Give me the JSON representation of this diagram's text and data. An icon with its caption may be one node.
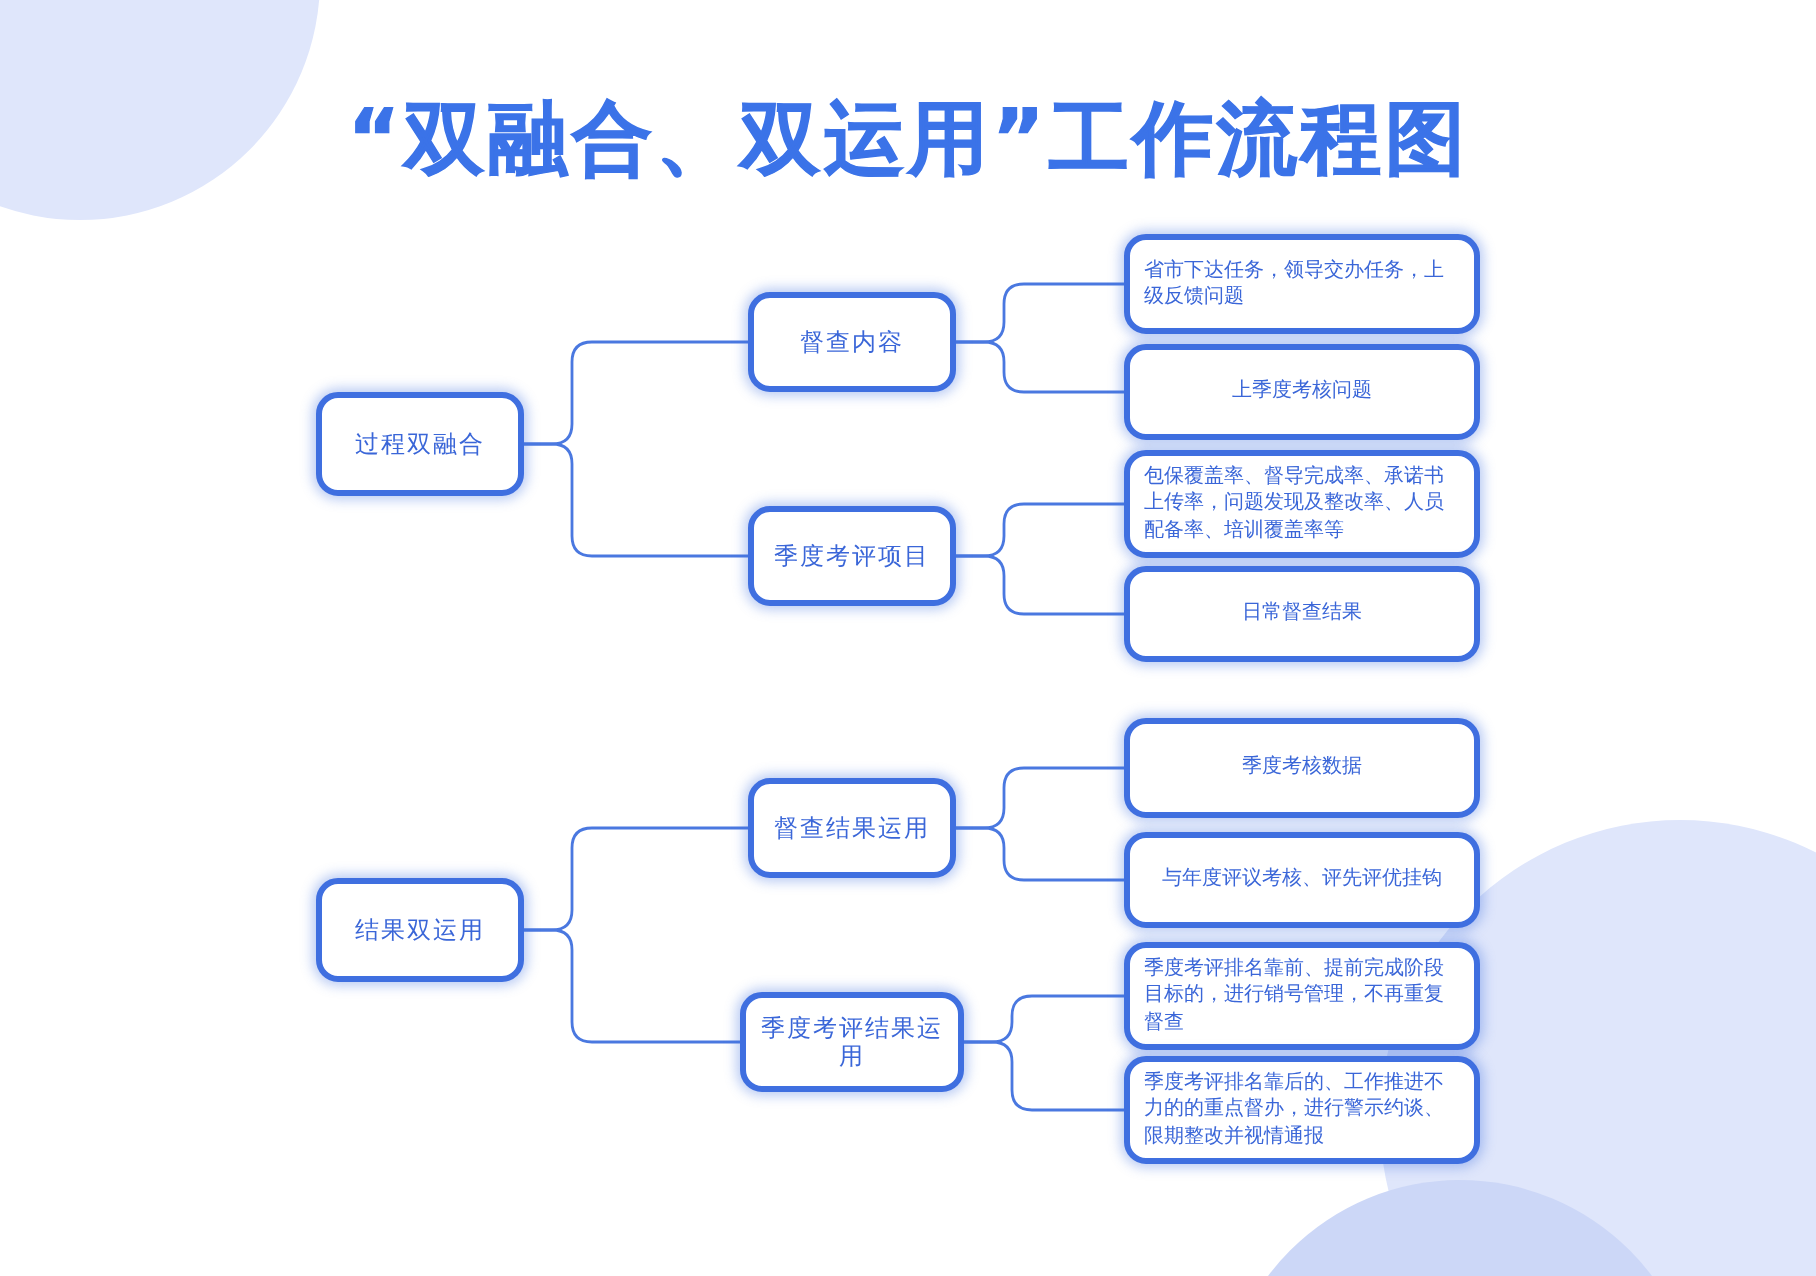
{
  "diagram": {
    "title": "“双融合、双运用”工作流程图",
    "nodes": [
      {
        "text": [
          "过程双融合"
        ]
      },
      {
        "text": [
          "督查内容"
        ]
      },
      {
        "text": [
          "省市下达任务，领导交办任务，上级反馈问题"
        ]
      },
      {
        "text": [
          "上季度考核问题"
        ]
      },
      {
        "text": [
          "季度考评项目"
        ]
      },
      {
        "text": [
          "包保覆盖率、督导完成率、承诺书上传率，问题发现及整改率、人员配备率、培训覆盖率等"
        ]
      },
      {
        "text": [
          "日常督查结果"
        ]
      },
      {
        "text": [
          "结果双运用"
        ]
      },
      {
        "text": [
          "督查结果运用"
        ]
      },
      {
        "text": [
          "季度考核数据"
        ]
      },
      {
        "text": [
          "与年度评议考核、评先评优挂钩"
        ]
      },
      {
        "text": [
          "季度考评结果运用"
        ]
      },
      {
        "text": [
          "季度考评排名靠前、提前完成阶段目标的，进行销号管理，不再重复督查"
        ]
      },
      {
        "text": [
          "季度考评排名靠后的、工作推进不力的的重点督办，进行警示约谈、限期整改并视情通报"
        ]
      }
    ],
    "edges": [
      {
        "from": 0,
        "to": 1,
        "arrow": "none"
      },
      {
        "from": 0,
        "to": 4,
        "arrow": "none"
      },
      {
        "from": 1,
        "to": 2,
        "arrow": "none"
      },
      {
        "from": 1,
        "to": 3,
        "arrow": "none"
      },
      {
        "from": 4,
        "to": 5,
        "arrow": "none"
      },
      {
        "from": 4,
        "to": 6,
        "arrow": "none"
      },
      {
        "from": 7,
        "to": 8,
        "arrow": "none"
      },
      {
        "from": 7,
        "to": 11,
        "arrow": "none"
      },
      {
        "from": 8,
        "to": 9,
        "arrow": "none"
      },
      {
        "from": 8,
        "to": 10,
        "arrow": "none"
      },
      {
        "from": 11,
        "to": 12,
        "arrow": "none"
      },
      {
        "from": 11,
        "to": 13,
        "arrow": "none"
      }
    ]
  }
}
